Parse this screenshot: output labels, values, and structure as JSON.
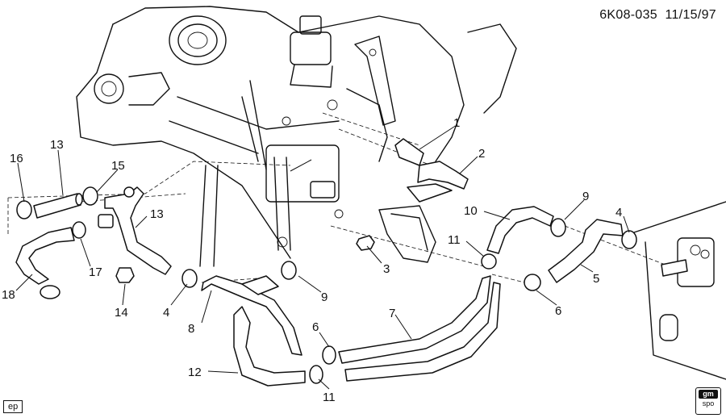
{
  "header": {
    "code": "6K08-035",
    "date": "11/15/97"
  },
  "footer": {
    "ep_tag": "ep",
    "logo_top": "gm",
    "logo_bottom": "spo"
  },
  "callouts": [
    "1",
    "2",
    "3",
    "4",
    "4",
    "5",
    "6",
    "6",
    "7",
    "8",
    "9",
    "9",
    "10",
    "11",
    "11",
    "12",
    "13",
    "13",
    "14",
    "15",
    "16",
    "17",
    "18"
  ]
}
